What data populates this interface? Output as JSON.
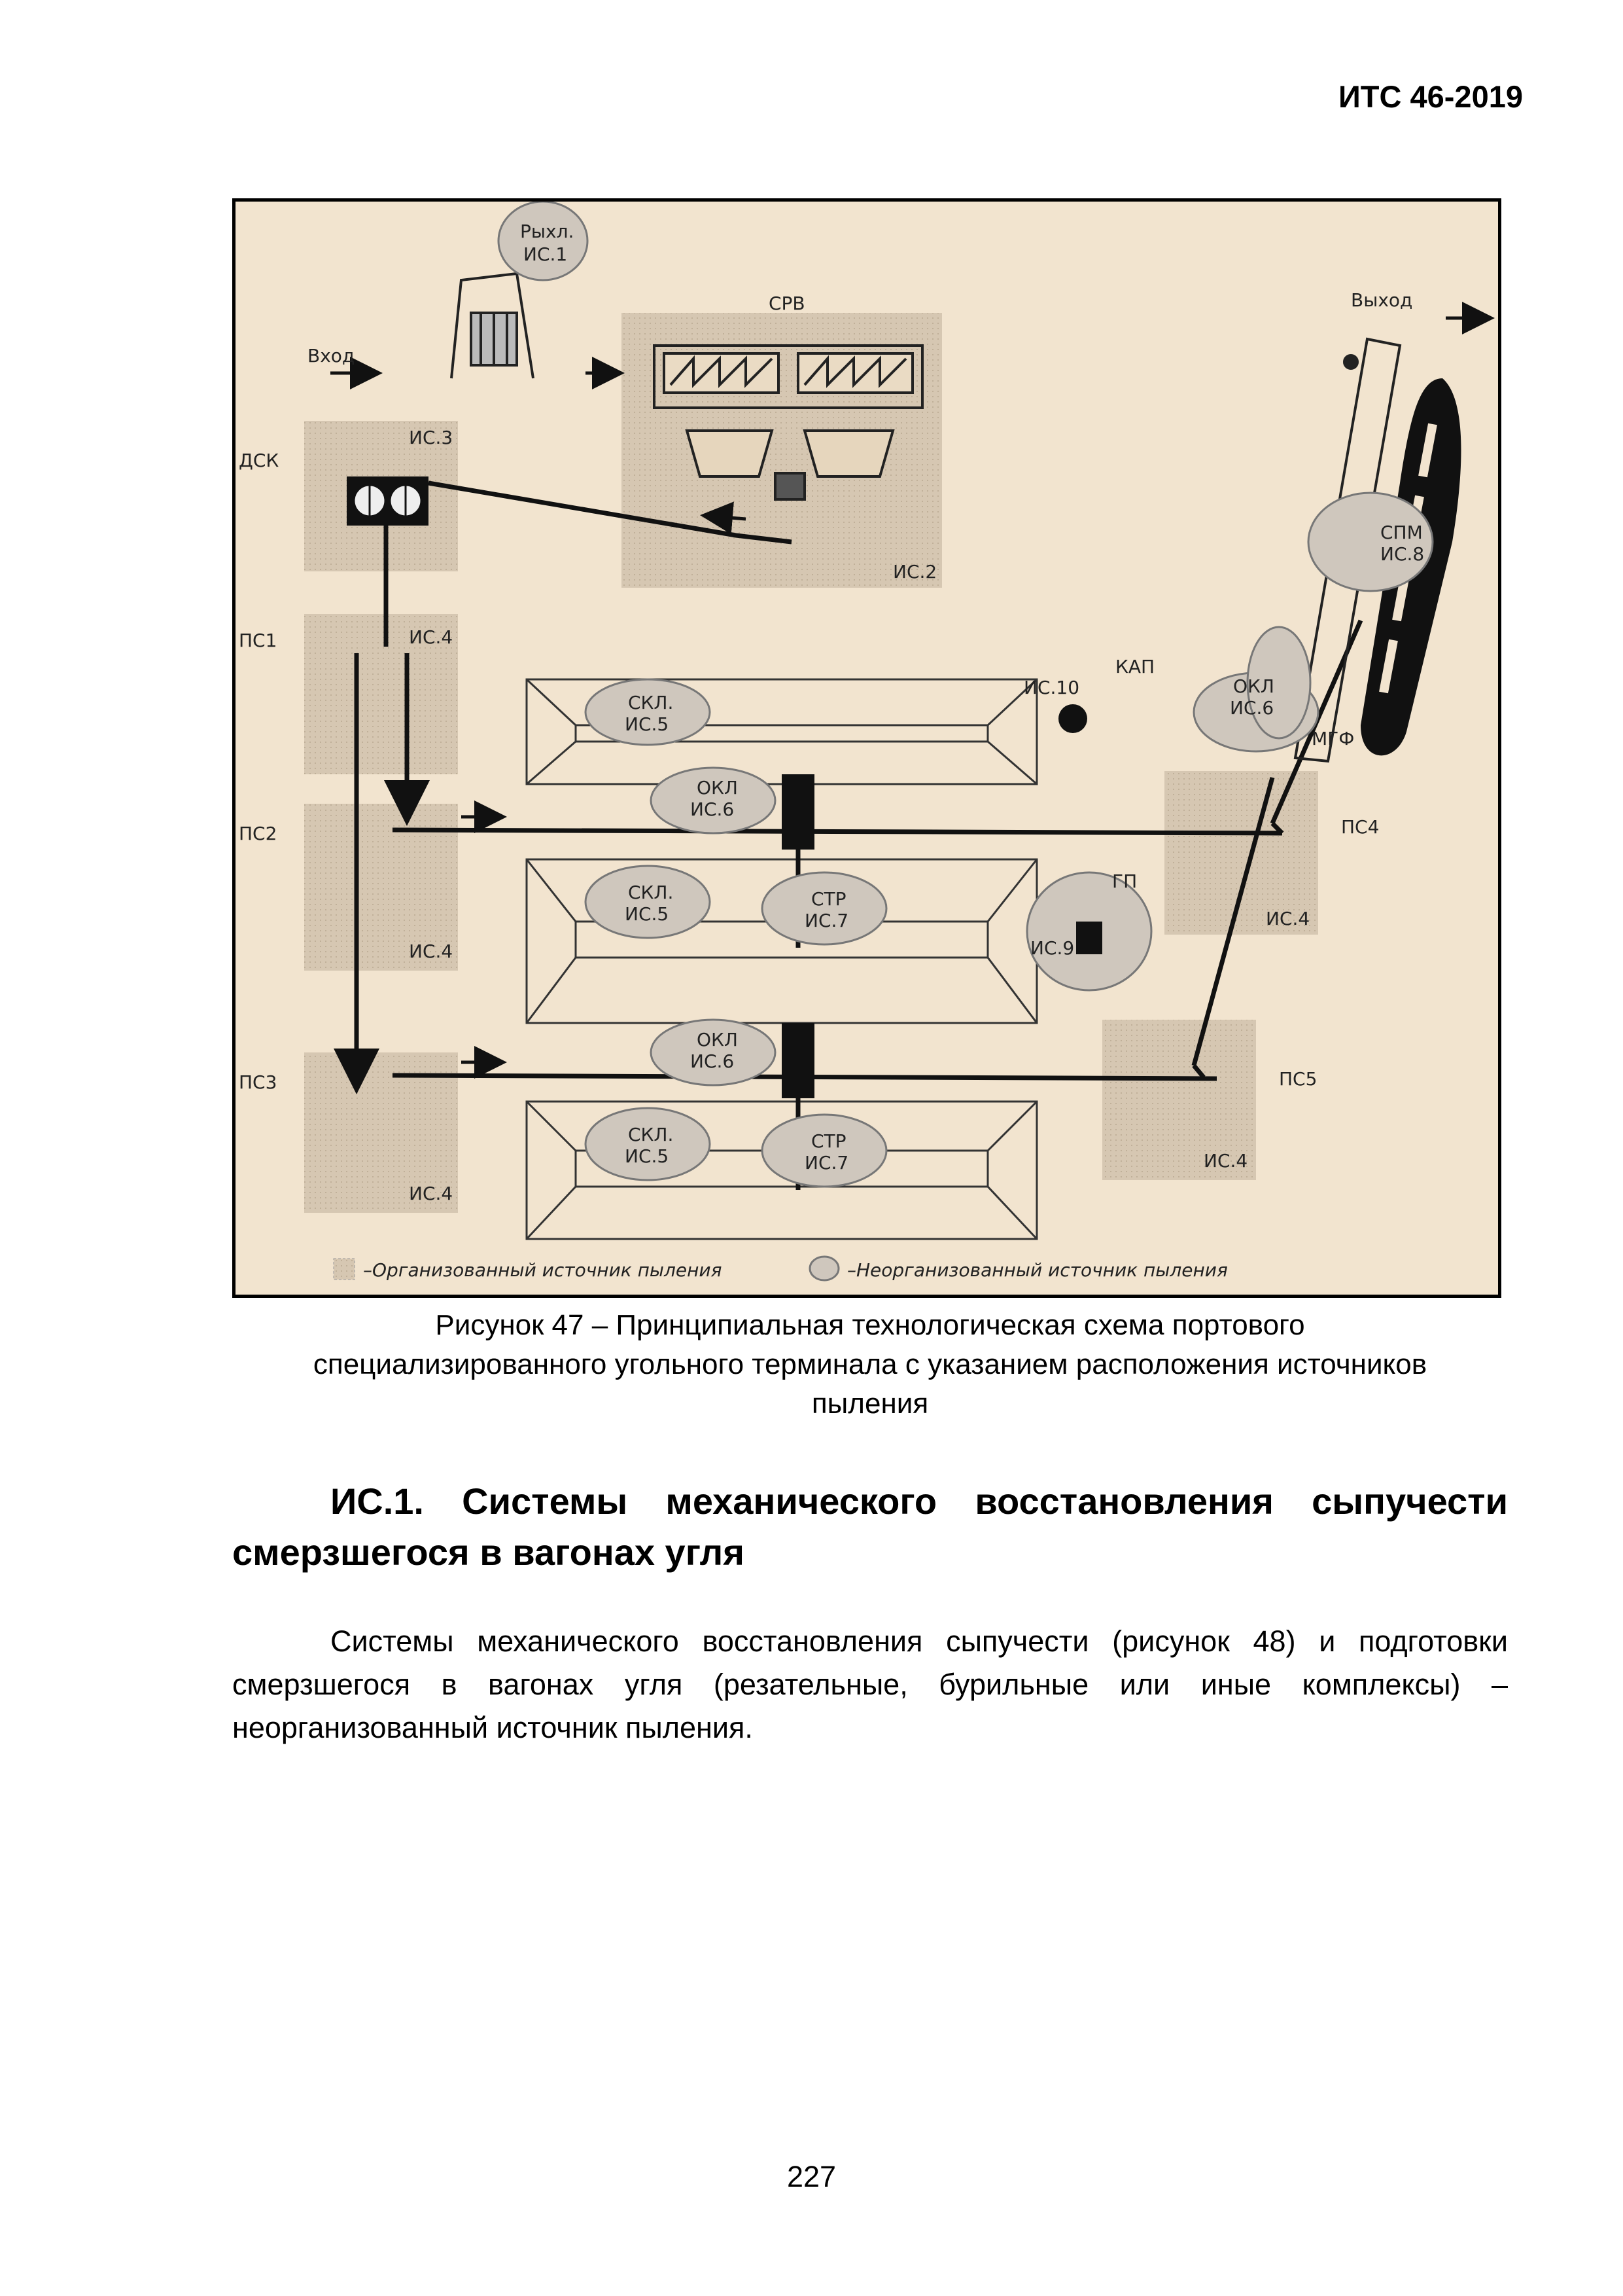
{
  "header": {
    "code": "ИТС 46-2019"
  },
  "figure": {
    "labels": {
      "entry": "Вход",
      "exit": "Выход",
      "srv": "СРВ",
      "dsk": "ДСК",
      "ps1": "ПС1",
      "ps2": "ПС2",
      "ps3": "ПС3",
      "ps4": "ПС4",
      "ps5": "ПС5",
      "kap": "КАП",
      "gp": "ГП",
      "mgf": "МГФ",
      "is2": "ИС.2",
      "is3": "ИС.3",
      "is4": "ИС.4"
    },
    "clouds": {
      "ryhl": "Рыхл.",
      "is1": "ИС.1",
      "skl": "СКЛ.",
      "is5": "ИС.5",
      "okl": "ОКЛ",
      "is6": "ИС.6",
      "str": "СТР",
      "is7": "ИС.7",
      "spm": "СПМ",
      "is8": "ИС.8",
      "is9": "ИС.9",
      "is10": "ИС.10"
    },
    "legend": {
      "organized": "–Организованный источник пыления",
      "unorganized": "–Неорганизованный источник пыления"
    }
  },
  "caption": {
    "line1": "Рисунок 47 – Принципиальная технологическая схема портового",
    "line2": "специализированного угольного терминала с указанием расположения источников",
    "line3": "пыления"
  },
  "heading": "ИС.1. Системы механического восстановления сыпучести смерзшегося в вагонах угля",
  "paragraph": "Системы механического восстановления сыпучести (рисунок 48) и подготовки смерзшегося в вагонах угля (резательные, бурильные или иные комплексы) – неорганизованный источник пыления.",
  "page_number": "227",
  "colors": {
    "background": "#f2e4cf",
    "zone": "#d6c7b2",
    "cloud": "#cfc7bd",
    "line": "#111111"
  }
}
